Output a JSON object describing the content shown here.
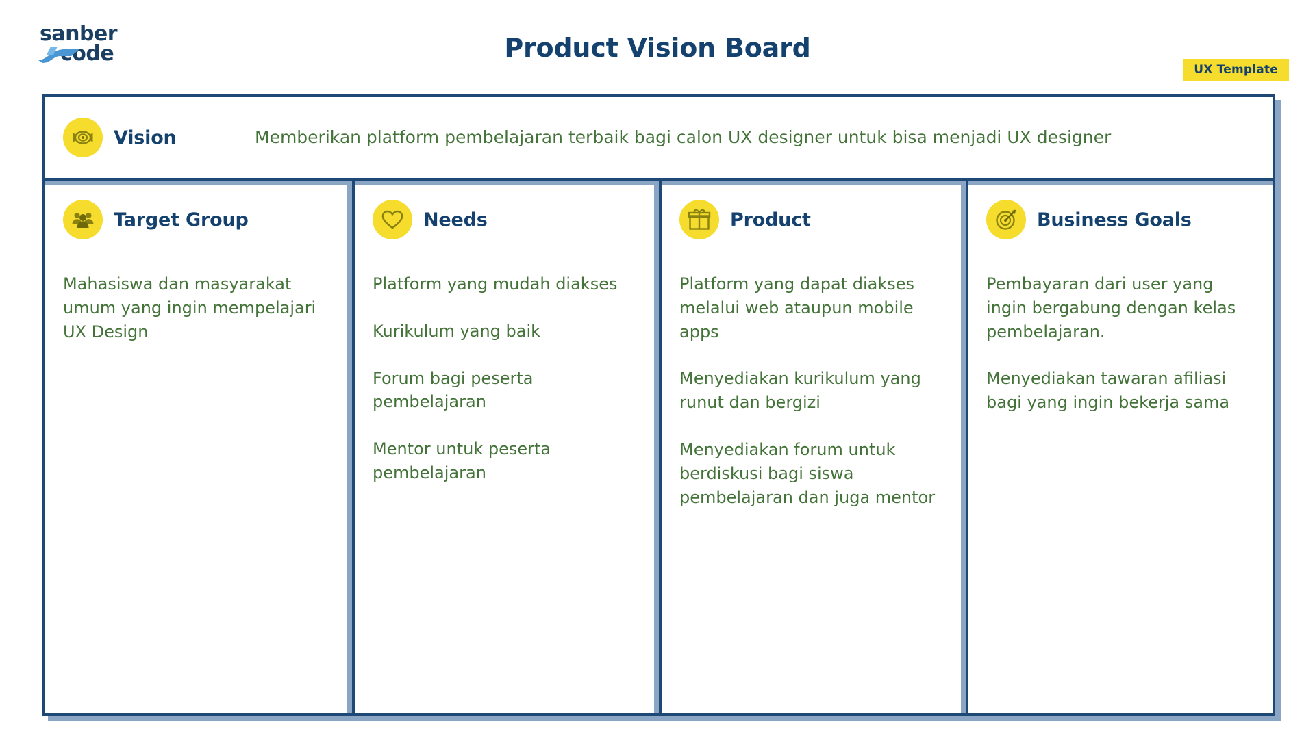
{
  "header": {
    "logo": {
      "line1": "sanber",
      "line2": "code",
      "icon": "sanbercode-logo"
    },
    "title": "Product Vision Board",
    "badge": "UX Template"
  },
  "colors": {
    "navy": "#1e4976",
    "navy_text": "#14416e",
    "yellow": "#f5dc2d",
    "green_text": "#447339",
    "shadow_blue": "#8aa6c4",
    "page_background": "#ffffff"
  },
  "vision": {
    "icon": "target-bullseye-icon",
    "label": "Vision",
    "text": "Memberikan platform pembelajaran terbaik bagi calon UX designer untuk bisa menjadi UX designer"
  },
  "columns": [
    {
      "icon": "people-group-icon",
      "label": "Target Group",
      "items": [
        "Mahasiswa dan masyarakat umum yang ingin mempelajari UX Design"
      ]
    },
    {
      "icon": "heart-icon",
      "label": "Needs",
      "items": [
        "Platform yang mudah diakses",
        "Kurikulum yang baik",
        "Forum bagi peserta pembelajaran",
        "Mentor untuk peserta pembelajaran"
      ]
    },
    {
      "icon": "gift-box-icon",
      "label": "Product",
      "items": [
        "Platform yang dapat diakses melalui web ataupun mobile apps",
        "Menyediakan kurikulum yang runut dan bergizi",
        "Menyediakan forum untuk berdiskusi bagi siswa pembelajaran dan juga mentor"
      ]
    },
    {
      "icon": "dartboard-arrow-icon",
      "label": "Business Goals",
      "items": [
        "Pembayaran dari user yang ingin bergabung dengan kelas pembelajaran.",
        "Menyediakan tawaran afiliasi bagi yang ingin bekerja sama"
      ]
    }
  ]
}
